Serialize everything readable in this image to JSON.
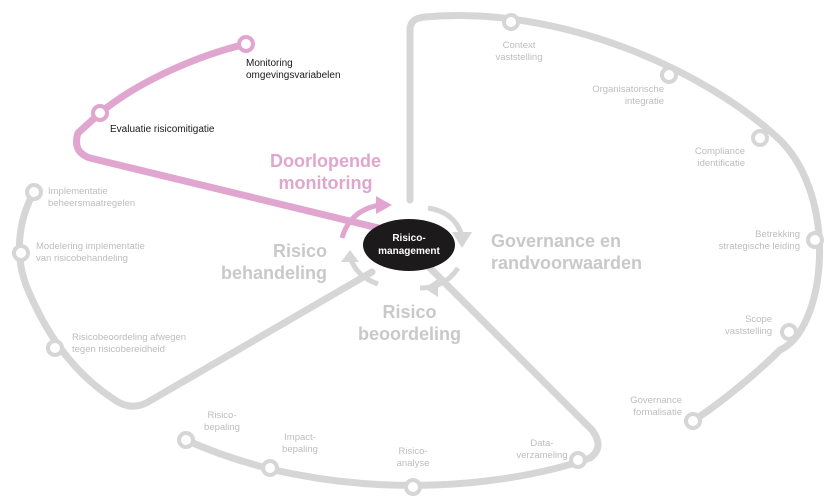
{
  "center": {
    "line1": "Risico-",
    "line2": "management"
  },
  "phases": {
    "monitoring": {
      "line1": "Doorlopende",
      "line2": "monitoring"
    },
    "behandeling": {
      "line1": "Risico",
      "line2": "behandeling"
    },
    "beoordeling": {
      "line1": "Risico",
      "line2": "beoordeling"
    },
    "governance": {
      "line1": "Governance en",
      "line2": "randvoorwaarden"
    }
  },
  "steps": {
    "monitoring_omgeving": [
      "Monitoring",
      "omgevingsvariabelen"
    ],
    "evaluatie": [
      "Evaluatie risicomitigatie"
    ],
    "implementatie": [
      "Implementatie",
      "beheersmaatregelen"
    ],
    "modelering": [
      "Modelering implementatie",
      "van risicobehandeling"
    ],
    "afwegen": [
      "Risicobeoordeling afwegen",
      "tegen risicobereidheid"
    ],
    "risicobepaling": [
      "Risico-",
      "bepaling"
    ],
    "impactbepaling": [
      "Impact-",
      "bepaling"
    ],
    "risicoanalyse": [
      "Risico-",
      "analyse"
    ],
    "dataverzameling": [
      "Data-",
      "verzameling"
    ],
    "context": [
      "Context",
      "vaststelling"
    ],
    "organisatorisch": [
      "Organisatorische",
      "integratie"
    ],
    "compliance": [
      "Compliance",
      "identificatie"
    ],
    "betrekking": [
      "Betrekking",
      "strategische leiding"
    ],
    "scope": [
      "Scope",
      "vaststelling"
    ],
    "formalisatie": [
      "Governance",
      "formalisatie"
    ]
  },
  "colors": {
    "track": "#d6d6d6",
    "monitoring": "#e0a6cf",
    "hub": "#1c1a1a",
    "label": "#bdbdbd"
  }
}
